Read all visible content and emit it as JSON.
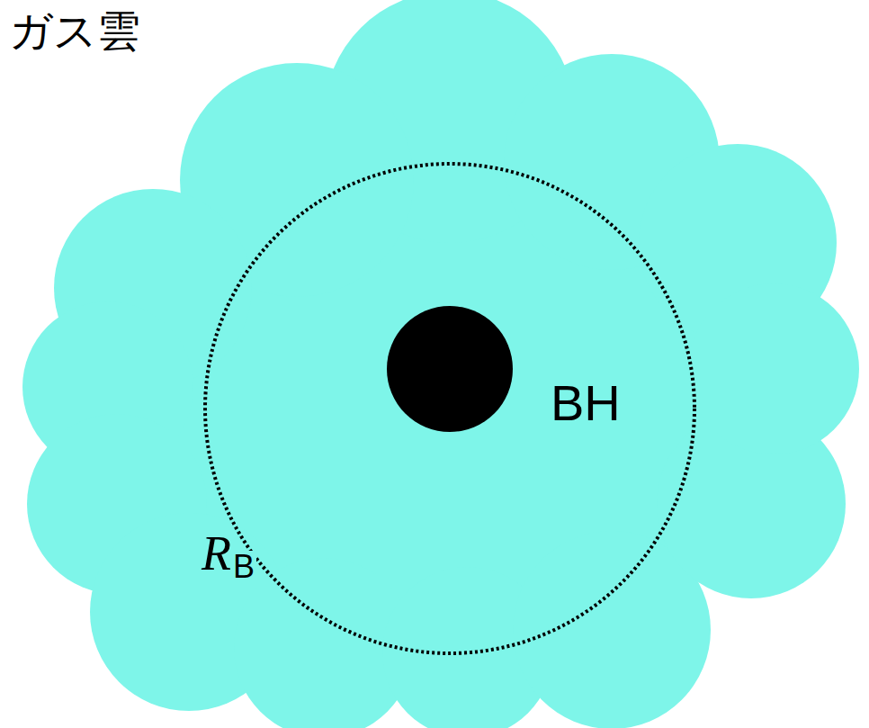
{
  "diagram": {
    "nodes": [
      {
        "text": [
          "ガス雲"
        ]
      },
      {
        "text": [
          "BH"
        ],
        "in": 0
      }
    ],
    "labels": [
      "R",
      "B"
    ]
  }
}
